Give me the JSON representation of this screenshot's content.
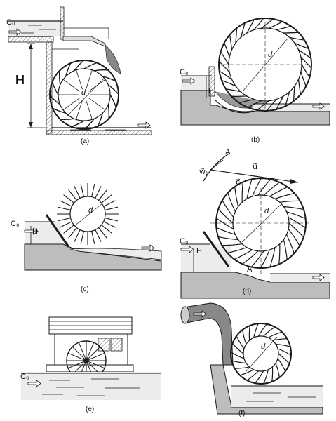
{
  "panels": [
    {
      "id": "a",
      "caption": "(a)",
      "labels": {
        "c0": "C₀",
        "h": "H",
        "d": "d"
      }
    },
    {
      "id": "b",
      "caption": "(b)",
      "labels": {
        "c0": "C₀",
        "h": "H",
        "d": "d"
      }
    },
    {
      "id": "c",
      "caption": "(c)",
      "labels": {
        "c0": "C₀",
        "h": "H",
        "d": "d"
      }
    },
    {
      "id": "d",
      "caption": "(d)",
      "labels": {
        "c0": "C₀",
        "h": "H",
        "d": "d",
        "a1": "A",
        "a2": "A",
        "w": "w⃗₁",
        "u": "u⃗",
        "c": "c⃗₁"
      }
    },
    {
      "id": "e",
      "caption": "(e)",
      "labels": {
        "c0": "C₀"
      }
    },
    {
      "id": "f",
      "caption": "(f)",
      "labels": {
        "d": "d"
      }
    }
  ],
  "colors": {
    "ink": "#1a1a1a",
    "water": "#ececec",
    "ground": "#bdbdbd",
    "dark": "#555555"
  }
}
